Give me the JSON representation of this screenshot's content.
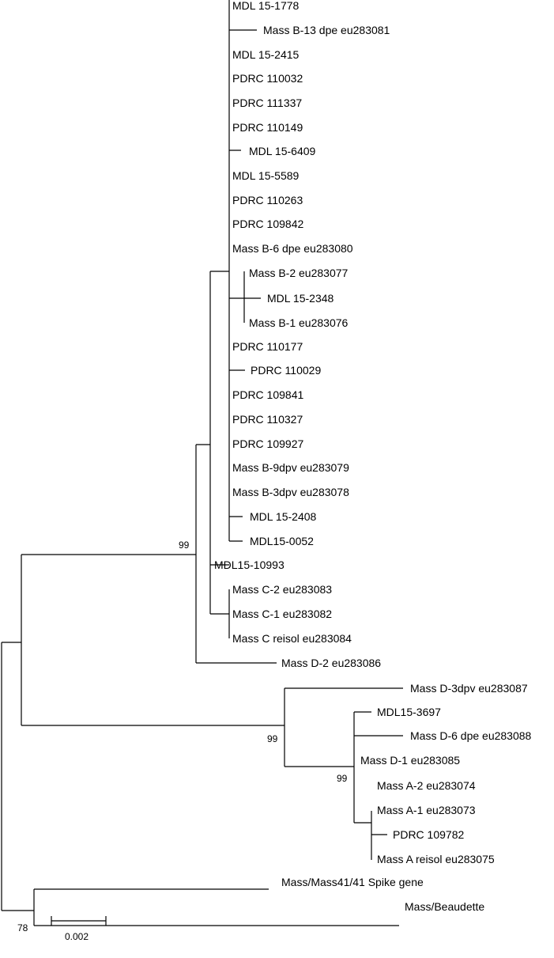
{
  "tree": {
    "leaves": [
      "MDL 15-1778",
      "Mass B-13 dpe eu283081",
      "MDL 15-2415",
      "PDRC 110032",
      "PDRC 111337",
      "PDRC 110149",
      "MDL 15-6409",
      "MDL 15-5589",
      "PDRC 110263",
      "PDRC 109842",
      "Mass B-6 dpe eu283080",
      "Mass B-2 eu283077",
      "MDL 15-2348",
      "Mass B-1 eu283076",
      "PDRC 110177",
      "PDRC 110029",
      "PDRC 109841",
      "PDRC 110327",
      "PDRC 109927",
      "Mass B-9dpv eu283079",
      "Mass B-3dpv eu283078",
      "MDL 15-2408",
      "MDL15-0052",
      "MDL15-10993",
      "Mass C-2 eu283083",
      "Mass C-1 eu283082",
      "Mass C reisol eu283084",
      "Mass D-2 eu283086",
      "Mass D-3dpv eu283087",
      "MDL15-3697",
      "Mass D-6 dpe eu283088",
      "Mass D-1 eu283085",
      "Mass A-2 eu283074",
      "Mass A-1 eu283073",
      "PDRC 109782",
      "Mass A reisol eu283075",
      "Mass/Mass41/41 Spike gene",
      "Mass/Beaudette"
    ],
    "support_values": [
      "99",
      "99",
      "99",
      "78"
    ],
    "scale_bar_label": "0.002"
  }
}
